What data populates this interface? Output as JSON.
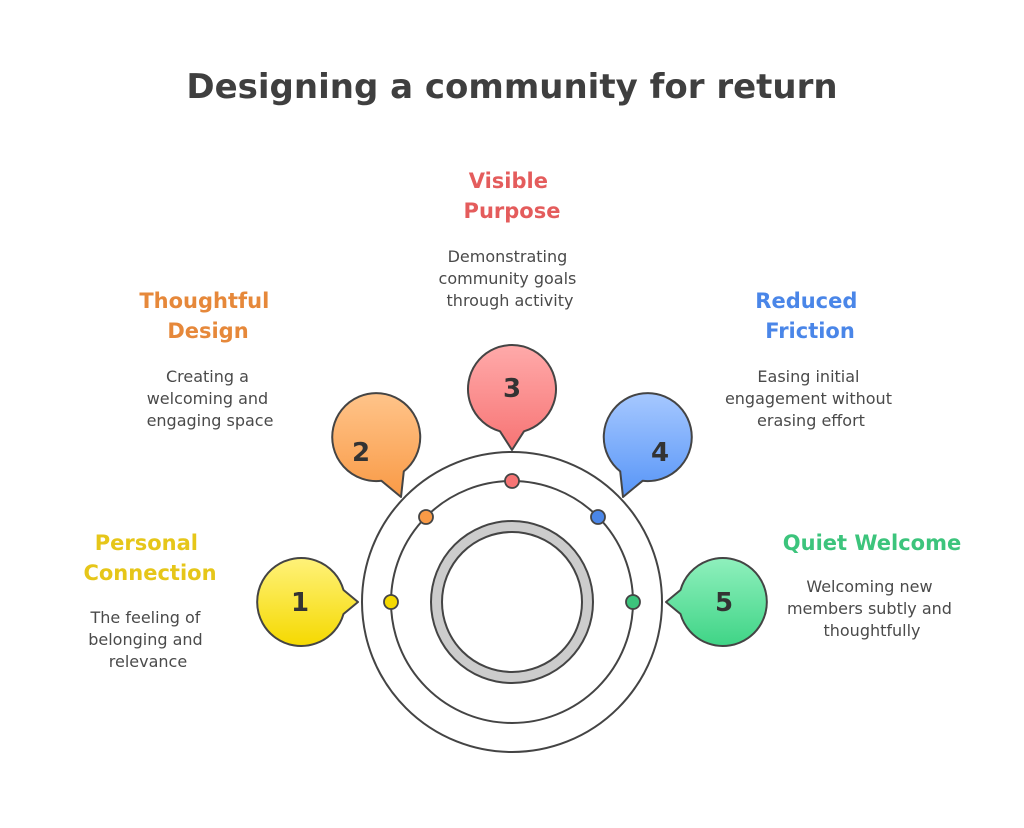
{
  "title": "Designing a community for return",
  "colors": {
    "personal": "#e6c619",
    "thoughtful": "#e6883a",
    "visible": "#e45c5c",
    "reduced": "#4a86e8",
    "quiet": "#3cc47c",
    "outline": "#444444",
    "ring_fill": "#cccccc"
  },
  "items": [
    {
      "number": "1",
      "heading_lines": [
        "Personal",
        "Connection"
      ],
      "desc_lines": [
        "The feeling of",
        "belonging and",
        "relevance"
      ]
    },
    {
      "number": "2",
      "heading_lines": [
        "Thoughtful",
        "Design"
      ],
      "desc_lines": [
        "Creating a",
        "welcoming and",
        "engaging space"
      ]
    },
    {
      "number": "3",
      "heading_lines": [
        "Visible",
        "Purpose"
      ],
      "desc_lines": [
        "Demonstrating",
        "community goals",
        "through activity"
      ]
    },
    {
      "number": "4",
      "heading_lines": [
        "Reduced",
        "Friction"
      ],
      "desc_lines": [
        "Easing initial",
        "engagement without",
        "erasing effort"
      ]
    },
    {
      "number": "5",
      "heading_lines": [
        "Quiet Welcome"
      ],
      "desc_lines": [
        "Welcoming new",
        "members subtly and",
        "thoughtfully"
      ]
    }
  ]
}
